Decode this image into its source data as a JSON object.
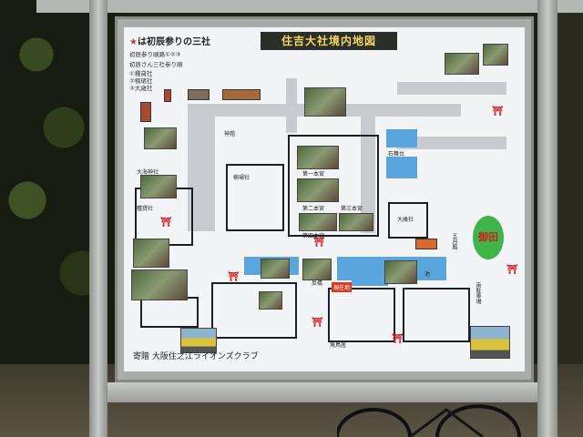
{
  "map": {
    "title": "住吉大社境内地図",
    "legend_title": "は初辰参りの三社",
    "legend_lines": [
      "初辰参り順路①②③",
      "初辰さん三社参り順",
      "①種貸社",
      "②楠珺社",
      "③大歳社"
    ],
    "otaue_label": "御田",
    "sponsor": "寄贈 大阪住之江ライオンズクラブ",
    "place_labels": [
      "第一本宮",
      "第二本宮",
      "第三本宮",
      "第四本宮",
      "反橋",
      "池",
      "神苑",
      "石舞台",
      "大海神社",
      "種貸社",
      "楠珺社",
      "大歳社",
      "五月殿",
      "角鳥居",
      "現在地",
      "南駐車場"
    ]
  }
}
